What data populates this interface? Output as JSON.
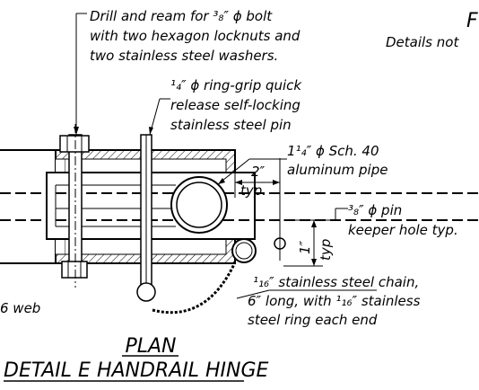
{
  "annotations": {
    "bolt_note": {
      "lines": [
        "Drill and ream for ³₈″ ϕ bolt",
        "with two hexagon locknuts and",
        "two stainless steel washers."
      ]
    },
    "pin_note": {
      "lines": [
        "¹₄″ ϕ ring-grip quick",
        "release self-locking",
        "stainless steel pin"
      ]
    },
    "pipe_note": {
      "lines": [
        "1¹₄″ ϕ Sch. 40",
        "aluminum pipe"
      ]
    },
    "keeper_note": {
      "lines": [
        "³₈″ ϕ pin",
        "keeper hole typ."
      ]
    },
    "chain_note": {
      "lines": [
        "¹₁₆″ stainless steel chain,",
        "6″ long, with ¹₁₆″ stainless",
        "steel ring each end"
      ]
    },
    "dim_2in": "2″",
    "dim_typ": "typ.",
    "dim_1in": "1″",
    "dim_typ_vertical": "typ",
    "web_label": "6 web",
    "top_right_letter": "F",
    "top_right_note": "Details not"
  },
  "titles": {
    "plan": "PLAN",
    "detail": "DETAIL E HANDRAIL HINGE"
  }
}
